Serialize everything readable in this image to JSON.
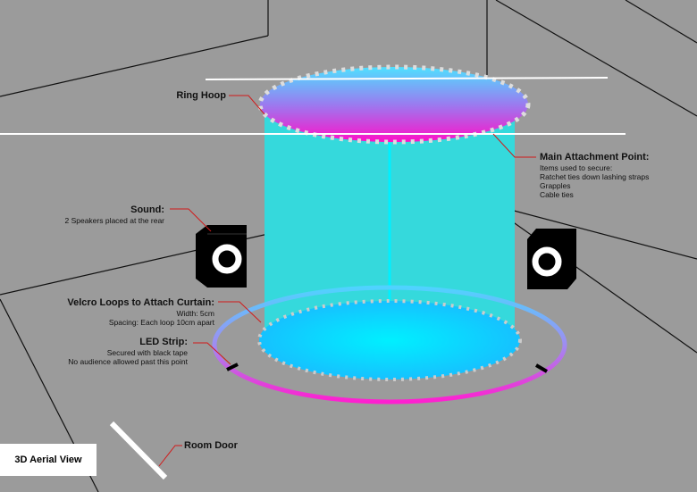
{
  "colors": {
    "background": "#9b9b9b",
    "cylinder": "#35d9dc",
    "ring_top": "#4fd3ff",
    "ring_bottom": "#ff1fd0",
    "leader": "#d11a1a"
  },
  "view_label": "3D Aerial View",
  "labels": {
    "ring_hoop": {
      "title": "Ring Hoop"
    },
    "main_attachment": {
      "title": "Main Attachment Point:",
      "lines": [
        "Items used to secure:",
        "Ratchet ties down lashing straps",
        "Grapples",
        "Cable ties"
      ]
    },
    "sound": {
      "title": "Sound:",
      "lines": [
        "2 Speakers placed at the rear"
      ]
    },
    "velcro": {
      "title": "Velcro Loops to Attach Curtain:",
      "lines": [
        "Width: 5cm",
        "Spacing: Each loop 10cm apart"
      ]
    },
    "led": {
      "title": "LED Strip:",
      "lines": [
        "Secured with black tape",
        "No audience allowed past this point"
      ]
    },
    "door": {
      "title": "Room Door"
    }
  }
}
